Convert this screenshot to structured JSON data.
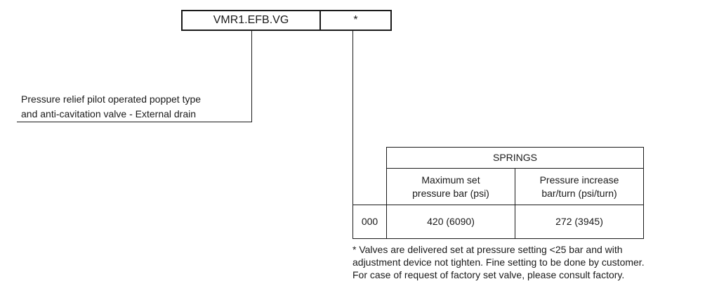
{
  "code": {
    "main": "VMR1.EFB.VG",
    "option": "*"
  },
  "description": {
    "line1": "Pressure relief pilot operated poppet type",
    "line2": "and anti-cavitation valve - External drain"
  },
  "springs_table": {
    "title": "SPRINGS",
    "col1_header_line1": "Maximum set",
    "col1_header_line2": "pressure bar (psi)",
    "col2_header_line1": "Pressure increase",
    "col2_header_line2": "bar/turn (psi/turn)",
    "rows": [
      {
        "code": "000",
        "max_pressure": "420 (6090)",
        "pressure_increase": "272 (3945)"
      }
    ]
  },
  "footnote": {
    "line1": "* Valves are delivered set at pressure setting <25 bar and with",
    "line2": "adjustment device not tighten. Fine setting to be done by customer.",
    "line3": "For case of request of factory set valve, please consult factory."
  }
}
